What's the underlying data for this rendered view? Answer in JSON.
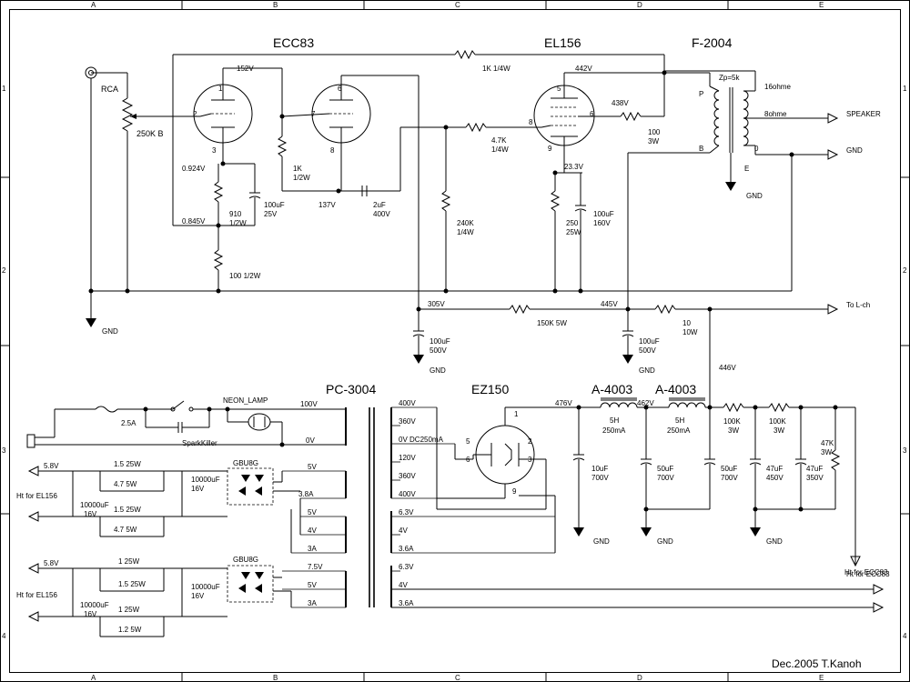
{
  "frame": {
    "cols": [
      "A",
      "B",
      "C",
      "D",
      "E"
    ],
    "rows": [
      "1",
      "2",
      "3",
      "4"
    ],
    "signature": "Dec.2005 T.Kanoh"
  },
  "tubes": {
    "ecc83": "ECC83",
    "el156": "EL156",
    "ez150": "EZ150"
  },
  "output_transformer": {
    "name": "F-2004",
    "zp": "Zp=5k",
    "ohms16": "16ohme",
    "ohms8": "8ohme",
    "speaker": "SPEAKER",
    "gnd": "GND",
    "p": "P",
    "b": "B",
    "zero": "0",
    "e": "E"
  },
  "power_transformer": {
    "name": "PC-3004"
  },
  "chokes": {
    "name": "A-4003",
    "inductance": "5H",
    "current": "250mA"
  },
  "input": {
    "rca": "RCA",
    "pot": "250K B"
  },
  "labels": {
    "gnd": "GND",
    "to_lch": "To L-ch",
    "ht_ecc83": "Ht for ECC83",
    "ht_el156": "Ht for EL156",
    "neon": "NEON_LAMP",
    "sparkkiller": "SparkKiller",
    "fuse": "2.5A",
    "gbu": "GBU8G"
  },
  "pins": [
    "1",
    "2",
    "3",
    "6",
    "7",
    "8",
    "5",
    "6",
    "8",
    "9",
    "1",
    "2",
    "3",
    "5",
    "6",
    "9"
  ],
  "voltages": [
    "152V",
    "0.924V",
    "0.845V",
    "137V",
    "442V",
    "438V",
    "23.3V",
    "305V",
    "445V",
    "446V",
    "476V",
    "462V"
  ],
  "parts": {
    "r1k_14w": "1K 1/4W",
    "r1k": "1K",
    "r1k_12w": "1/2W",
    "r910": "910",
    "r910_w": "1/2W",
    "r100_12w": "100 1/2W",
    "c100u": "100uF",
    "c100u_v": "25V",
    "c2u": "2uF",
    "c2u_v": "400V",
    "r4k7": "4.7K",
    "r4k7_w": "1/4W",
    "r240k": "240K",
    "r240k_w": "1/4W",
    "r250": "250",
    "r250_w": "25W",
    "c100u160": "100uF",
    "c100u160_v": "160V",
    "r100_3w": "100",
    "r100_3w_w": "3W",
    "r150k": "150K 5W",
    "r10": "10",
    "r10_w": "10W",
    "c100u500a": "100uF",
    "c100u500a_v": "500V",
    "c100u500b": "100uF",
    "c100u500b_v": "500V",
    "c10u": "10uF",
    "c10u_v": "700V",
    "c50u_a": "50uF",
    "c50u_a_v": "700V",
    "c50u_b": "50uF",
    "c50u_b_v": "700V",
    "r100k_a": "100K",
    "r100k_a_w": "3W",
    "r100k_b": "100K",
    "r100k_b_w": "3W",
    "c47u_a": "47uF",
    "c47u_a_v": "450V",
    "c47u_b": "47uF",
    "c47u_b_v": "350V",
    "r47k": "47K",
    "r47k_w": "3W"
  },
  "pt_primary": [
    "100V",
    "0V"
  ],
  "pt_hv": [
    "400V",
    "360V",
    "0V DC250mA",
    "120V",
    "360V",
    "400V"
  ],
  "pt_heater_right": [
    "6.3V",
    "4V",
    "3.6A",
    "6.3V",
    "4V",
    "3.6A"
  ],
  "pt_heater_left": [
    "5V",
    "3.8A",
    "5V",
    "4V",
    "3A",
    "7.5V",
    "5V",
    "3A"
  ],
  "heater_filter": {
    "v58": "5.8V",
    "r1": "1.5 25W",
    "r2": "4.7 5W",
    "r3": "1.5 25W",
    "r4": "4.7 5W",
    "cbig": "10000uF",
    "cbig_v": "16V",
    "cbig2": "10000uF",
    "cbig2_v": "16V",
    "v58b": "5.8V",
    "r5": "1 25W",
    "r6": "1.5 25W",
    "r7": "1 25W",
    "r8": "1.2 5W",
    "cbig3": "10000uF",
    "cbig3_v": "16V",
    "cbig4": "10000uF",
    "cbig4_v": "16V"
  }
}
